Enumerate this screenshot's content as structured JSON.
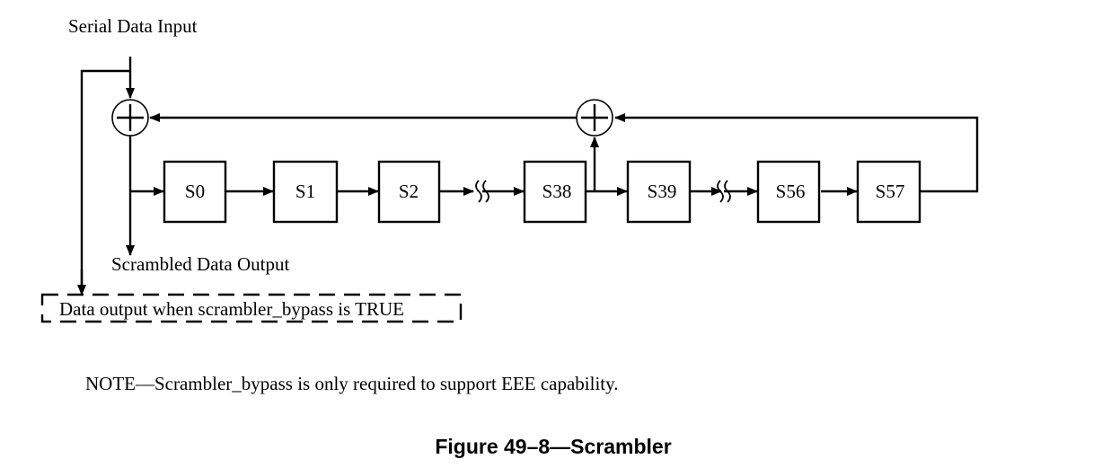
{
  "diagram": {
    "input_label": "Serial Data Input",
    "output_label": "Scrambled Data Output",
    "bypass_label": "Data output when scrambler_bypass is TRUE",
    "registers": [
      "S0",
      "S1",
      "S2",
      "S38",
      "S39",
      "S56",
      "S57"
    ],
    "xor_gates": [
      "xor-input",
      "xor-tap-s38"
    ],
    "ellipsis_icon": "break-squiggle-icon"
  },
  "note": "NOTE—Scrambler_bypass is only required to support EEE capability.",
  "caption": "Figure 49–8—Scrambler"
}
